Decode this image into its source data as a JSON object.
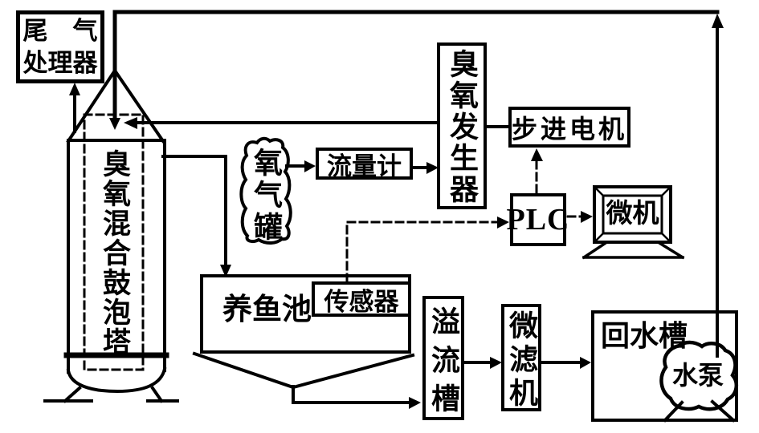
{
  "nodes": {
    "tail_gas_processor": {
      "line1": "尾　气",
      "line2": "处理器"
    },
    "bubble_tower": {
      "label": "臭氧混合鼓泡塔"
    },
    "oxygen_tank": {
      "label": "氧气罐"
    },
    "flow_meter": {
      "label": "流量计"
    },
    "ozone_generator": {
      "label": "臭氧发生器"
    },
    "stepper_motor": {
      "label": "步进电机"
    },
    "plc": {
      "label": "PLC"
    },
    "computer": {
      "label": "微机"
    },
    "fish_pond": {
      "label": "养鱼池"
    },
    "sensor": {
      "label": "传感器"
    },
    "overflow_tank": {
      "label": "溢流槽"
    },
    "microfilter": {
      "label": "微滤机"
    },
    "return_tank": {
      "label": "回水槽"
    },
    "water_pump": {
      "label": "水泵"
    }
  },
  "colors": {
    "line": "#000000",
    "background": "#ffffff"
  }
}
